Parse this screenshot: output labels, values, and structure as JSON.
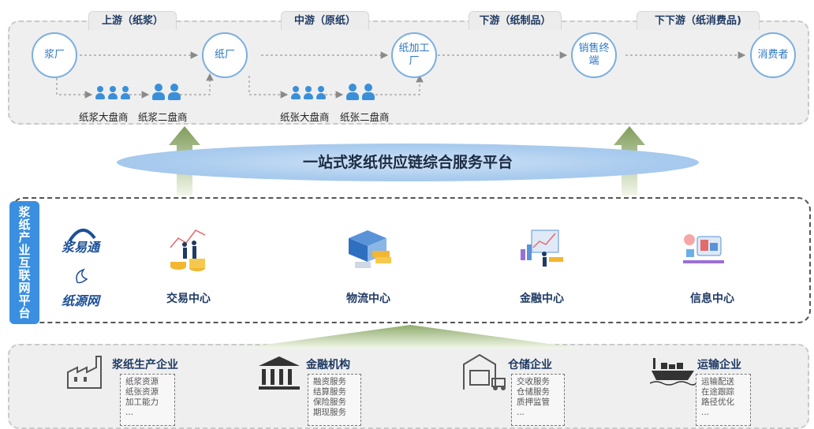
{
  "supply_chain": {
    "stages": [
      {
        "label": "上游（纸浆）"
      },
      {
        "label": "中游（原纸）"
      },
      {
        "label": "下游（纸制品）"
      },
      {
        "label": "下下游（纸消费品)"
      }
    ],
    "nodes": [
      {
        "label": "浆厂"
      },
      {
        "label": "纸厂"
      },
      {
        "label": "纸加工厂"
      },
      {
        "label": "销售终端"
      },
      {
        "label": "消费者"
      }
    ],
    "dealers": [
      {
        "label": "纸浆大盘商"
      },
      {
        "label": "纸浆二盘商"
      },
      {
        "label": "纸张大盘商"
      },
      {
        "label": "纸张二盘商"
      }
    ]
  },
  "platform": {
    "title": "一站式浆纸供应链综合服务平台",
    "side_label": "浆纸产业互联网平台",
    "brands": [
      {
        "label": "浆易通"
      },
      {
        "label": "纸源网"
      }
    ],
    "centers": [
      {
        "label": "交易中心",
        "icon": "trading-icon"
      },
      {
        "label": "物流中心",
        "icon": "logistics-icon"
      },
      {
        "label": "金融中心",
        "icon": "finance-icon"
      },
      {
        "label": "信息中心",
        "icon": "information-icon"
      }
    ]
  },
  "enterprises": [
    {
      "title": "浆纸生产企业",
      "icon": "factory-icon",
      "services": [
        "纸浆资源",
        "纸张资源",
        "加工能力",
        "..."
      ]
    },
    {
      "title": "金融机构",
      "icon": "bank-icon",
      "services": [
        "融资服务",
        "结算服务",
        "保险服务",
        "期现服务"
      ]
    },
    {
      "title": "仓储企业",
      "icon": "warehouse-icon",
      "services": [
        "交收服务",
        "仓储服务",
        "质押监管",
        "..."
      ]
    },
    {
      "title": "运输企业",
      "icon": "ship-icon",
      "services": [
        "运输配送",
        "在途跟踪",
        "路径优化",
        "..."
      ]
    }
  ],
  "colors": {
    "accent": "#3a8fe0",
    "node_text": "#2c78c6",
    "arrow_green": "#8fac6c",
    "ellipse": "#a9cbee"
  }
}
